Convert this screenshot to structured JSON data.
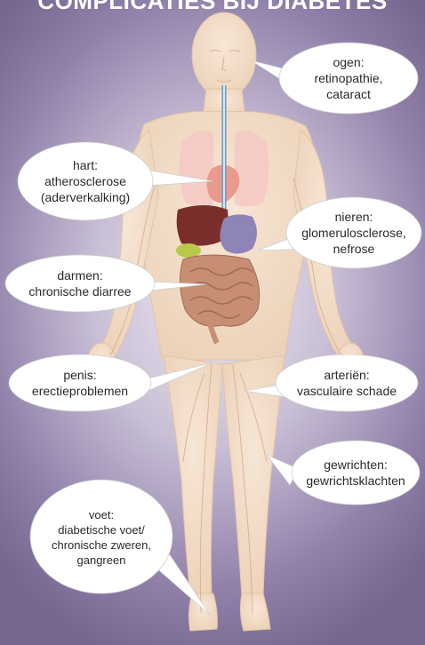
{
  "title": "COMPLICATIES BIJ DIABETES",
  "callouts": [
    {
      "id": "ogen",
      "lines": [
        "ogen:",
        "retinopathie,",
        "cataract"
      ]
    },
    {
      "id": "hart",
      "lines": [
        "hart:",
        "atherosclerose",
        "(aderverkalking)"
      ]
    },
    {
      "id": "nieren",
      "lines": [
        "nieren:",
        "glomerulosclerose,",
        "nefrose"
      ]
    },
    {
      "id": "darmen",
      "lines": [
        "darmen:",
        "chronische diarree"
      ]
    },
    {
      "id": "penis",
      "lines": [
        "penis:",
        "erectieproblemen"
      ]
    },
    {
      "id": "arterien",
      "lines": [
        "arteriën:",
        "vasculaire schade"
      ]
    },
    {
      "id": "gewrichten",
      "lines": [
        "gewrichten:",
        "gewrichtsklachten"
      ]
    },
    {
      "id": "voet",
      "lines": [
        "voet:",
        "diabetische voet/",
        "chronische zweren,",
        "gangreen"
      ]
    }
  ]
}
